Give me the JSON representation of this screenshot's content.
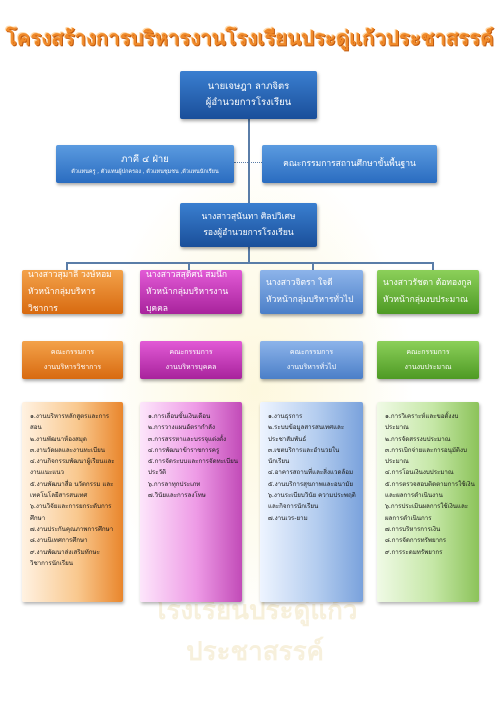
{
  "title": "โครงสร้างการบริหารงานโรงเรียนประดู่แก้วประชาสรรค์",
  "watermark_text": "โรงเรียนประดู่แก้วประชาสรรค์",
  "director": {
    "name": "นายเจษฎา ลาภจิตร",
    "position": "ผู้อำนวยการโรงเรียน"
  },
  "network": {
    "title": "ภาคี ๔ ฝ่าย",
    "members": "ตัวแทนครู , ตัวแทนผู้ปกครอง , ตัวแทนชุมชน ,ตัวแทนนักเรียน"
  },
  "board": {
    "label": "คณะกรรมการสถานศึกษาขั้นพื้นฐาน"
  },
  "deputy": {
    "name": "นางสาวสุนันทา ศิลปวิเศษ",
    "position": "รองผู้อำนวยการโรงเรียน"
  },
  "departments": [
    {
      "head_name": "นางสาวสุมาลี วงษ์หอม",
      "head_position": "หัวหน้ากลุ่มบริหารวิชาการ",
      "committee_line1": "คณะกรรมการ",
      "committee_line2": "งานบริหารวิชาการ",
      "tasks": [
        "๑.งานบริหารหลักสูตรและการสอน",
        "๒.งานพัฒนาห้องสมุด",
        "๓.งานวัดผลและงานทะเบียน",
        "๔.งานกิจกรรมพัฒนาผู้เรียนและงานแนะแนว",
        "๕.งานพัฒนาสื่อ นวัตกรรม และเทคโนโลยีสารสนเทศ",
        "๖.งานวิจัยและการยกระดับการศึกษา",
        "๗.งานประกันคุณภาพการศึกษา",
        "๘.งานนิเทศการศึกษา",
        "๙.งานพัฒนาส่งเสริมทักษะวิชาการนักเรียน"
      ]
    },
    {
      "head_name": "นางสาวสสุดิศน์ สมนึก",
      "head_position": "หัวหน้ากลุ่มบริหารงานบุคคล",
      "committee_line1": "คณะกรรมการ",
      "committee_line2": "งานบริหารบุคคล",
      "tasks": [
        "๑.การเลื่อนขั้นเงินเดือน",
        "๒.การวางแผนอัตรากำลัง",
        "๓.การสรรหาและบรรจุแต่งตั้ง",
        "๔.การพัฒนาข้าราชการครู",
        "๕.การจัดระบบและการจัดทะเบียนประวัติ",
        "๖.การลาทุกประเภท",
        "๗.วินัยและการลงโทษ"
      ]
    },
    {
      "head_name": "นางสาวจิตรา ใจดี",
      "head_position": "หัวหน้ากลุ่มบริหารทั่วไป",
      "committee_line1": "คณะกรรมการ",
      "committee_line2": "งานบริหารทั่วไป",
      "tasks": [
        "๑.งานธุรการ",
        "๒.ระบบข้อมูลสารสนเทศและประชาสัมพันธ์",
        "๓.เชตบริการและอำนวยในนักเรียน",
        "๔.อาคารสถานที่และสิ่งแวดล้อม",
        "๕.งานบริการสุขภาพและอนามัย",
        "๖.งานระเบียบวินัย ความประพฤติและกิจการนักเรียน",
        "๗.งานเวร-ยาม"
      ]
    },
    {
      "head_name": "นางสาวรัชดา ต้อทองกูล",
      "head_position": "หัวหน้ากลุ่มงบประมาณ",
      "committee_line1": "คณะกรรมการ",
      "committee_line2": "งานงบประมาณ",
      "tasks": [
        "๑.การวิเคราะห์และขอตั้งงบประมาณ",
        "๒.การจัดสรรงบประมาณ",
        "๓.การเบิกจ่ายและการอนุมัติงบประมาณ",
        "๔.การโอนเงินงบประมาณ",
        "๕.การตรวจสอบติดตามการใช้เงินและผลการดำเนินงาน",
        "๖.การประเมินผลการใช้เงินและผลการดำเนินการ",
        "๗.การบริหารการเงิน",
        "๘.การจัดการทรัพยากร",
        "๙.การระดมทรัพยากร"
      ]
    }
  ],
  "colors": {
    "title": "#f08a2a",
    "top_boxes": "#1f5aa8",
    "academic": "#e07a1c",
    "personnel": "#b72dab",
    "general": "#5f8fd4",
    "budget": "#5fa832"
  }
}
